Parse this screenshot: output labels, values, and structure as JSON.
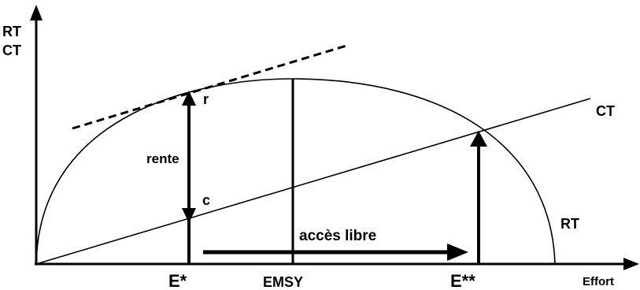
{
  "axes": {
    "y_label_top": "RT",
    "y_label_bottom": "CT",
    "x_label": "Effort"
  },
  "curves": {
    "revenue_label": "RT",
    "cost_label": "CT"
  },
  "points": {
    "e_star": "E*",
    "e_msy": "EMSY",
    "e_double_star": "E**",
    "r_label": "r",
    "c_label": "c"
  },
  "annotations": {
    "rent": "rente",
    "open_access": "accès libre"
  },
  "colors": {
    "ink": "#000000",
    "background": "#ffffff"
  }
}
